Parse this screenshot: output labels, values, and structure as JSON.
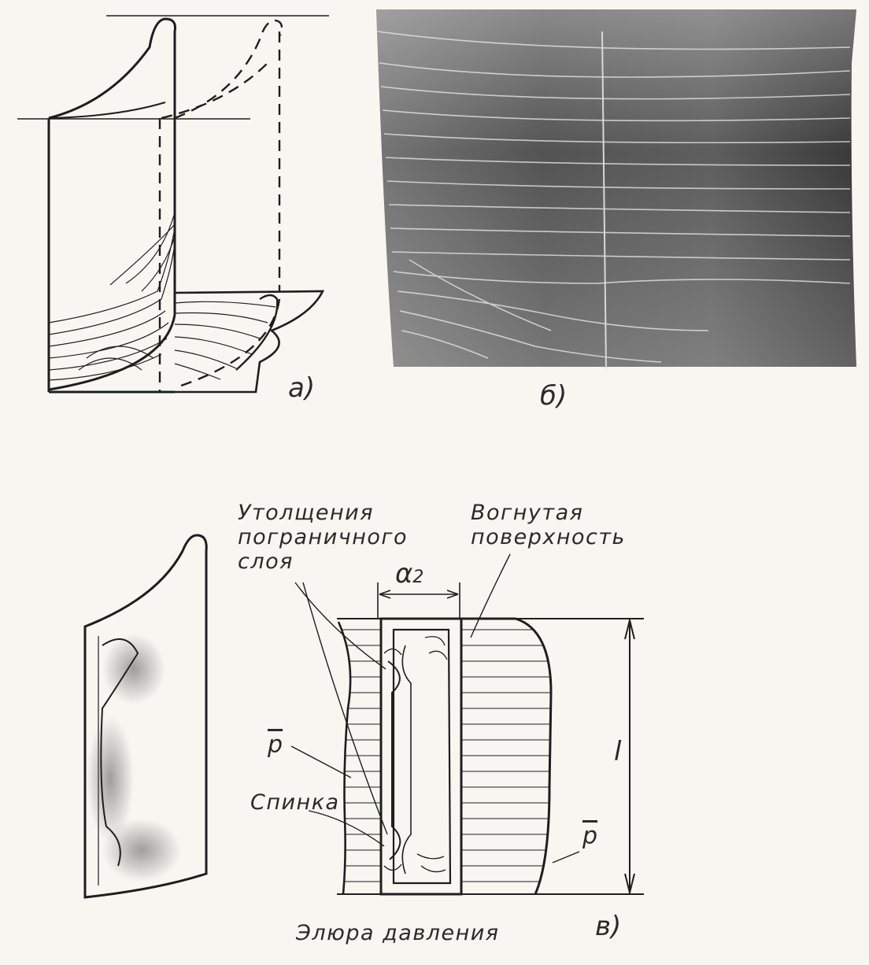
{
  "figure_labels": {
    "a": "a)",
    "b": "б)",
    "c": "в)"
  },
  "annotations": {
    "boundary_thickening_1": "Утолщения",
    "boundary_thickening_2": "пограничного",
    "boundary_thickening_3": "слоя",
    "concave_1": "Вогнутая",
    "concave_2": "поверхность",
    "back": "Спинка",
    "pressure_diagram": "Элюра давления",
    "pressure_left": "p",
    "pressure_right": "p",
    "alpha": "α",
    "alpha_sub": "2",
    "length": "l"
  },
  "colors": {
    "ink": "#1e1e1e",
    "paper": "#f7f6f1",
    "photo_dark": "#3a3a3a",
    "photo_light": "#e8e8e8"
  }
}
